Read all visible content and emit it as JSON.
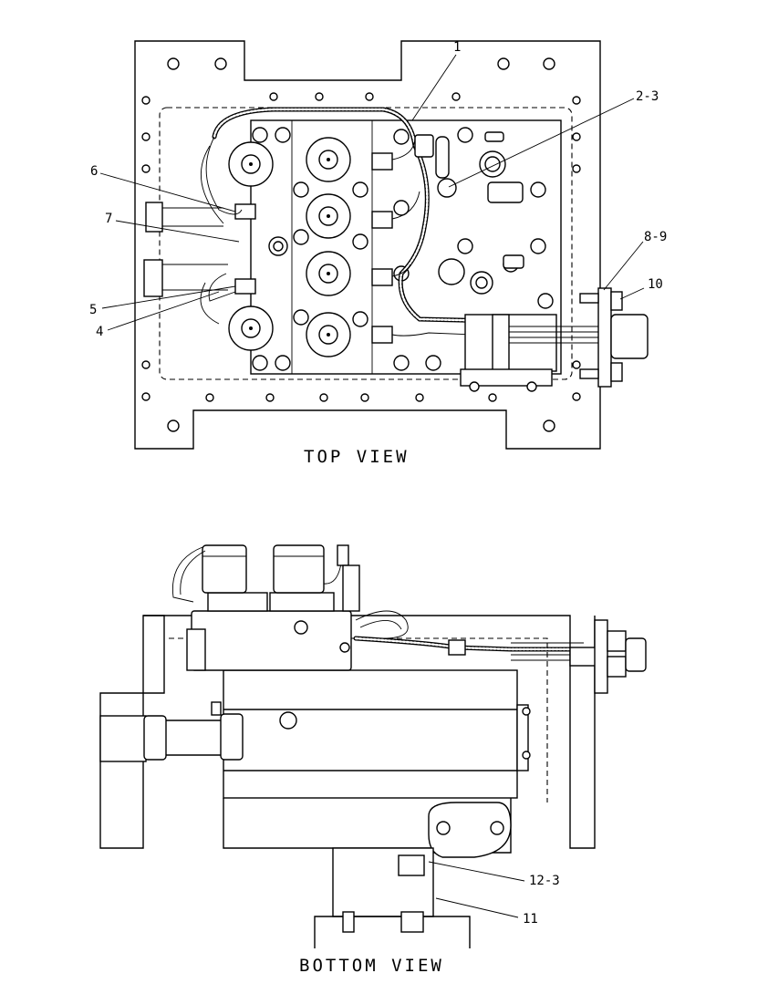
{
  "views": {
    "top": {
      "title": "TOP VIEW",
      "callouts": [
        "1",
        "2-3",
        "6",
        "7",
        "5",
        "4",
        "8-9",
        "10"
      ]
    },
    "bottom": {
      "title": "BOTTOM VIEW",
      "callouts": [
        "12-3",
        "11"
      ]
    }
  }
}
